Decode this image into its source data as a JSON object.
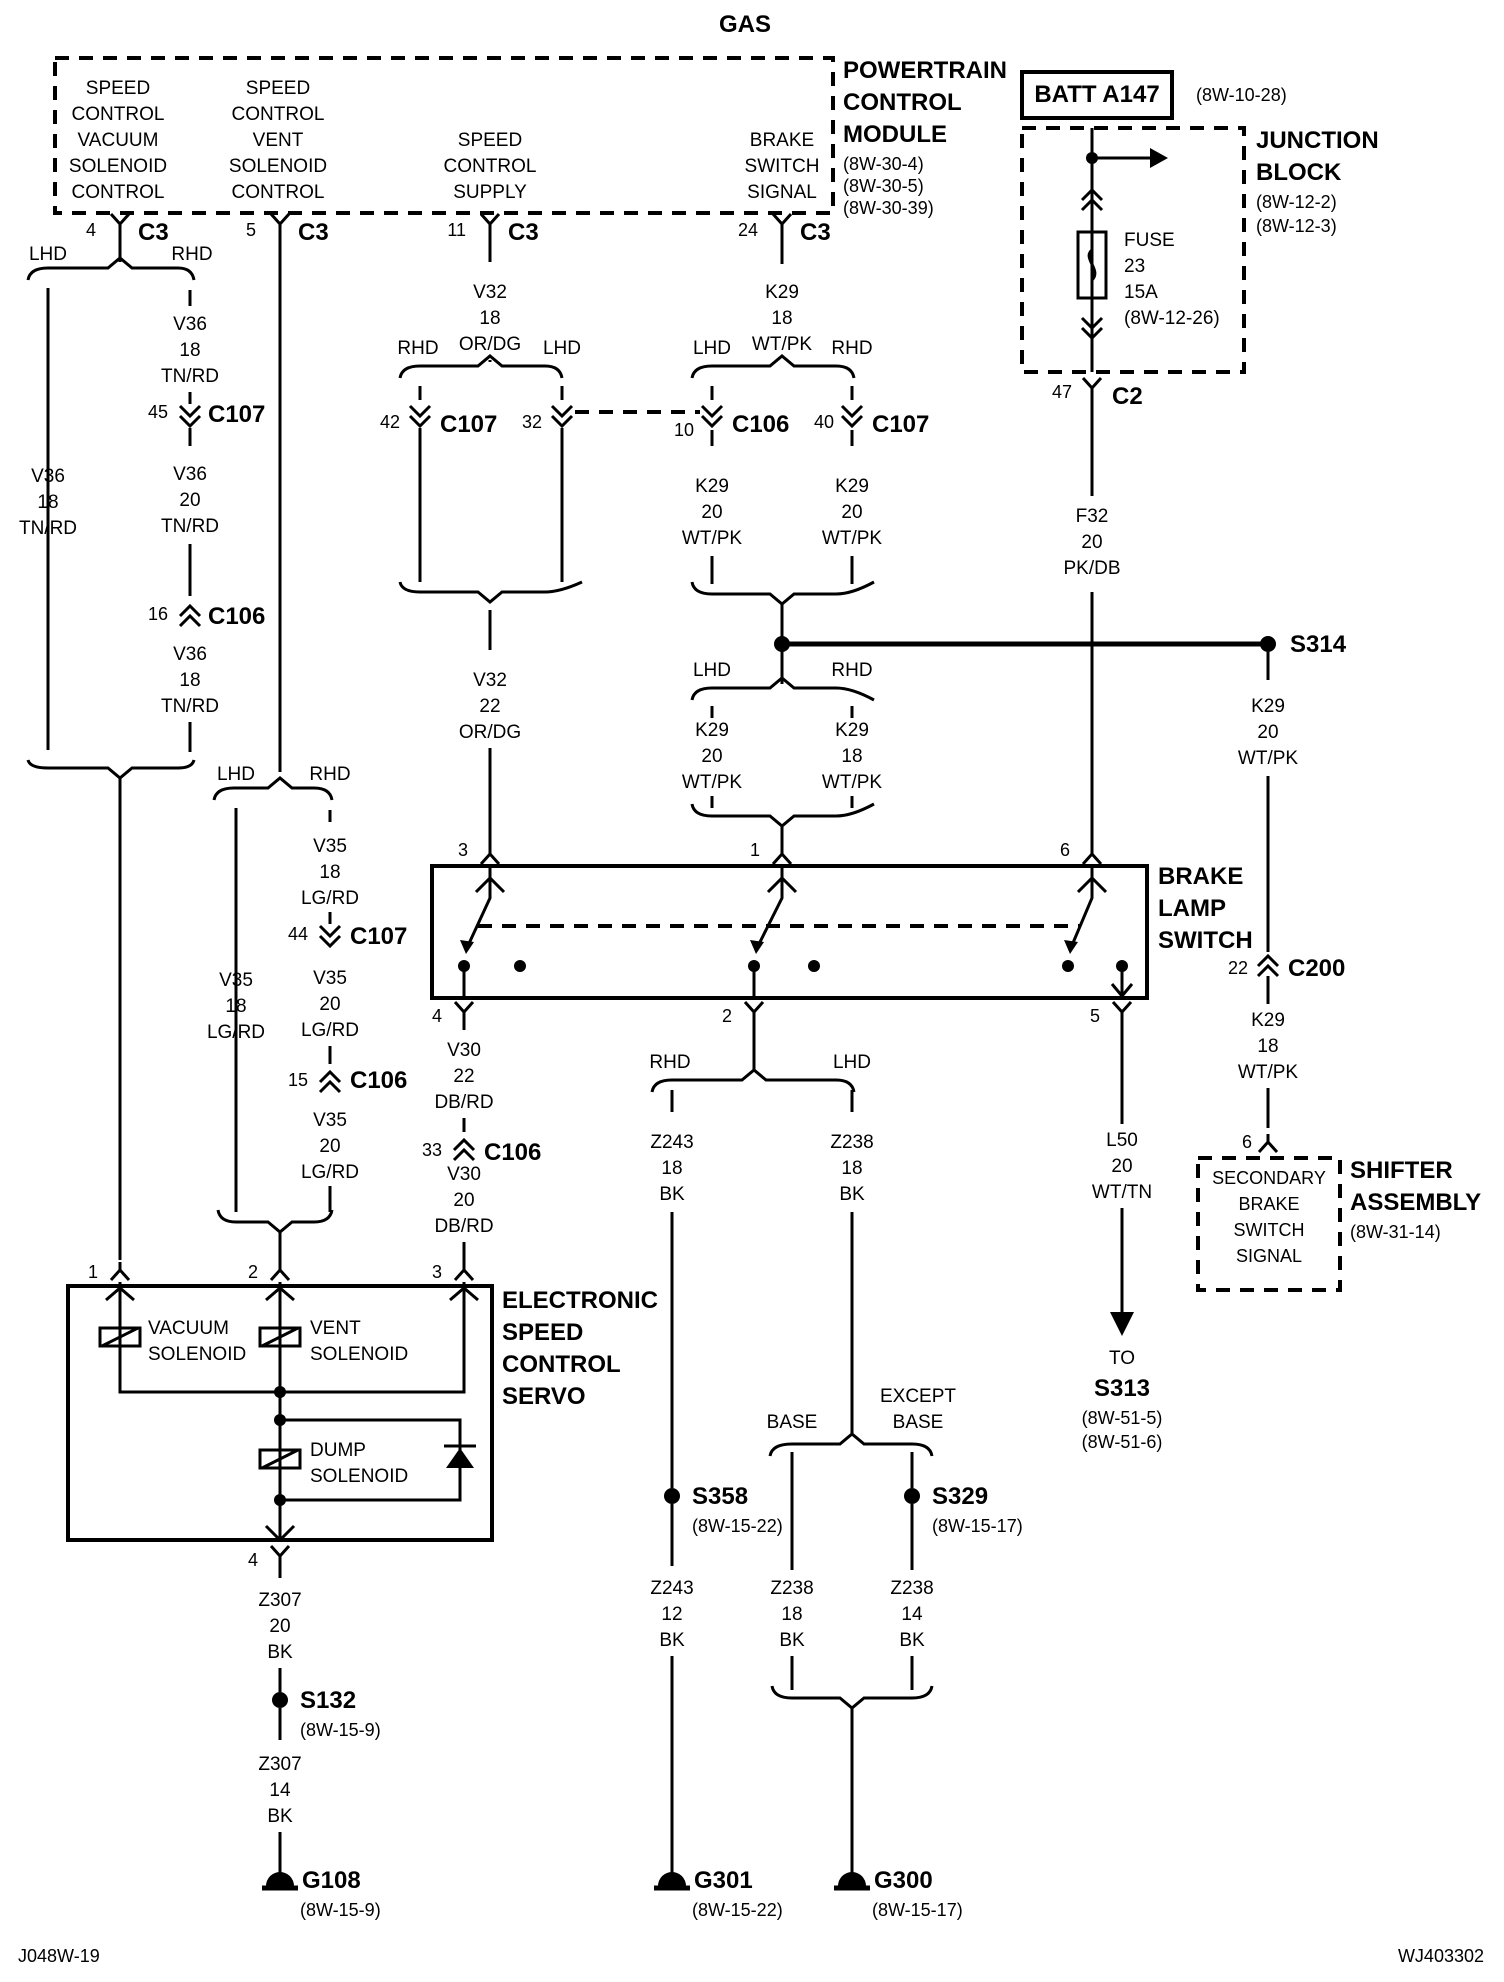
{
  "title": "GAS",
  "pcm": {
    "name": [
      "POWERTRAIN",
      "CONTROL",
      "MODULE"
    ],
    "refs": [
      "(8W-30-4)",
      "(8W-30-5)",
      "(8W-30-39)"
    ],
    "pins": [
      {
        "label": [
          "SPEED",
          "CONTROL",
          "VACUUM",
          "SOLENOID",
          "CONTROL"
        ],
        "pin": "4",
        "conn": "C3"
      },
      {
        "label": [
          "SPEED",
          "CONTROL",
          "VENT",
          "SOLENOID",
          "CONTROL"
        ],
        "pin": "5",
        "conn": "C3"
      },
      {
        "label": [
          "SPEED",
          "CONTROL",
          "SUPPLY"
        ],
        "pin": "11",
        "conn": "C3"
      },
      {
        "label": [
          "BRAKE",
          "SWITCH",
          "SIGNAL"
        ],
        "pin": "24",
        "conn": "C3"
      }
    ]
  },
  "batt": {
    "name": "BATT A147",
    "ref": "(8W-10-28)"
  },
  "junction_block": {
    "name": [
      "JUNCTION",
      "BLOCK"
    ],
    "refs": [
      "(8W-12-2)",
      "(8W-12-3)"
    ],
    "fuse": [
      "FUSE",
      "23",
      "15A",
      "(8W-12-26)"
    ],
    "pin": "47",
    "conn": "C2"
  },
  "branches": {
    "lhd": "LHD",
    "rhd": "RHD",
    "base": "BASE",
    "except_base": [
      "EXCEPT",
      "BASE"
    ]
  },
  "wires": {
    "v36_a": [
      "V36",
      "18",
      "TN/RD"
    ],
    "v36_b": [
      "V36",
      "20",
      "TN/RD"
    ],
    "v36_c": [
      "V36",
      "18",
      "TN/RD"
    ],
    "v36_lhd": [
      "V36",
      "18",
      "TN/RD"
    ],
    "v32_top": [
      "V32",
      "18",
      "OR/DG"
    ],
    "v32_bot": [
      "V32",
      "22",
      "OR/DG"
    ],
    "k29_top": [
      "K29",
      "18",
      "WT/PK"
    ],
    "k29_lhd": [
      "K29",
      "20",
      "WT/PK"
    ],
    "k29_rhd": [
      "K29",
      "20",
      "WT/PK"
    ],
    "k29_lhd2": [
      "K29",
      "20",
      "WT/PK"
    ],
    "k29_rhd2": [
      "K29",
      "18",
      "WT/PK"
    ],
    "k29_s314": [
      "K29",
      "20",
      "WT/PK"
    ],
    "k29_c200": [
      "K29",
      "18",
      "WT/PK"
    ],
    "f32": [
      "F32",
      "20",
      "PK/DB"
    ],
    "v35_a": [
      "V35",
      "18",
      "LG/RD"
    ],
    "v35_b": [
      "V35",
      "20",
      "LG/RD"
    ],
    "v35_c": [
      "V35",
      "20",
      "LG/RD"
    ],
    "v35_lhd": [
      "V35",
      "18",
      "LG/RD"
    ],
    "v30_a": [
      "V30",
      "22",
      "DB/RD"
    ],
    "v30_b": [
      "V30",
      "20",
      "DB/RD"
    ],
    "z243_a": [
      "Z243",
      "18",
      "BK"
    ],
    "z238_a": [
      "Z238",
      "18",
      "BK"
    ],
    "z243_b": [
      "Z243",
      "12",
      "BK"
    ],
    "z238_b": [
      "Z238",
      "18",
      "BK"
    ],
    "z238_c": [
      "Z238",
      "14",
      "BK"
    ],
    "z307_a": [
      "Z307",
      "20",
      "BK"
    ],
    "z307_b": [
      "Z307",
      "14",
      "BK"
    ],
    "l50": [
      "L50",
      "20",
      "WT/TN"
    ]
  },
  "connectors": {
    "c107_v36": {
      "pin": "45",
      "name": "C107"
    },
    "c106_v36": {
      "pin": "16",
      "name": "C106"
    },
    "c107_v32_rhd": {
      "pin": "42",
      "name": "C107"
    },
    "c107_v32_lhd": {
      "pin": "32",
      "name": ""
    },
    "c106_k29": {
      "pin": "10",
      "name": "C106"
    },
    "c107_k29": {
      "pin": "40",
      "name": "C107"
    },
    "c107_v35": {
      "pin": "44",
      "name": "C107"
    },
    "c106_v35": {
      "pin": "15",
      "name": "C106"
    },
    "c106_v30": {
      "pin": "33",
      "name": "C106"
    },
    "c200": {
      "pin": "22",
      "name": "C200"
    }
  },
  "brake_switch": {
    "name": [
      "BRAKE",
      "LAMP",
      "SWITCH"
    ],
    "pins_top": [
      "3",
      "1",
      "6"
    ],
    "pins_bottom": [
      "4",
      "2",
      "5"
    ]
  },
  "servo": {
    "name": [
      "ELECTRONIC",
      "SPEED",
      "CONTROL",
      "SERVO"
    ],
    "pins_top": [
      "1",
      "2",
      "3"
    ],
    "pin_bottom": "4",
    "vacuum": [
      "VACUUM",
      "SOLENOID"
    ],
    "vent": [
      "VENT",
      "SOLENOID"
    ],
    "dump": [
      "DUMP",
      "SOLENOID"
    ]
  },
  "shifter": {
    "name": [
      "SHIFTER",
      "ASSEMBLY"
    ],
    "ref": "(8W-31-14)",
    "pin": "6",
    "inner": [
      "SECONDARY",
      "BRAKE",
      "SWITCH",
      "SIGNAL"
    ]
  },
  "splices": {
    "s314": {
      "name": "S314"
    },
    "s358": {
      "name": "S358",
      "ref": "(8W-15-22)"
    },
    "s329": {
      "name": "S329",
      "ref": "(8W-15-17)"
    },
    "s132": {
      "name": "S132",
      "ref": "(8W-15-9)"
    }
  },
  "to_s313": {
    "to": "TO",
    "name": "S313",
    "refs": [
      "(8W-51-5)",
      "(8W-51-6)"
    ]
  },
  "grounds": {
    "g108": {
      "name": "G108",
      "ref": "(8W-15-9)"
    },
    "g301": {
      "name": "G301",
      "ref": "(8W-15-22)"
    },
    "g300": {
      "name": "G300",
      "ref": "(8W-15-17)"
    }
  },
  "footer": {
    "left": "J048W-19",
    "right": "WJ403302"
  }
}
